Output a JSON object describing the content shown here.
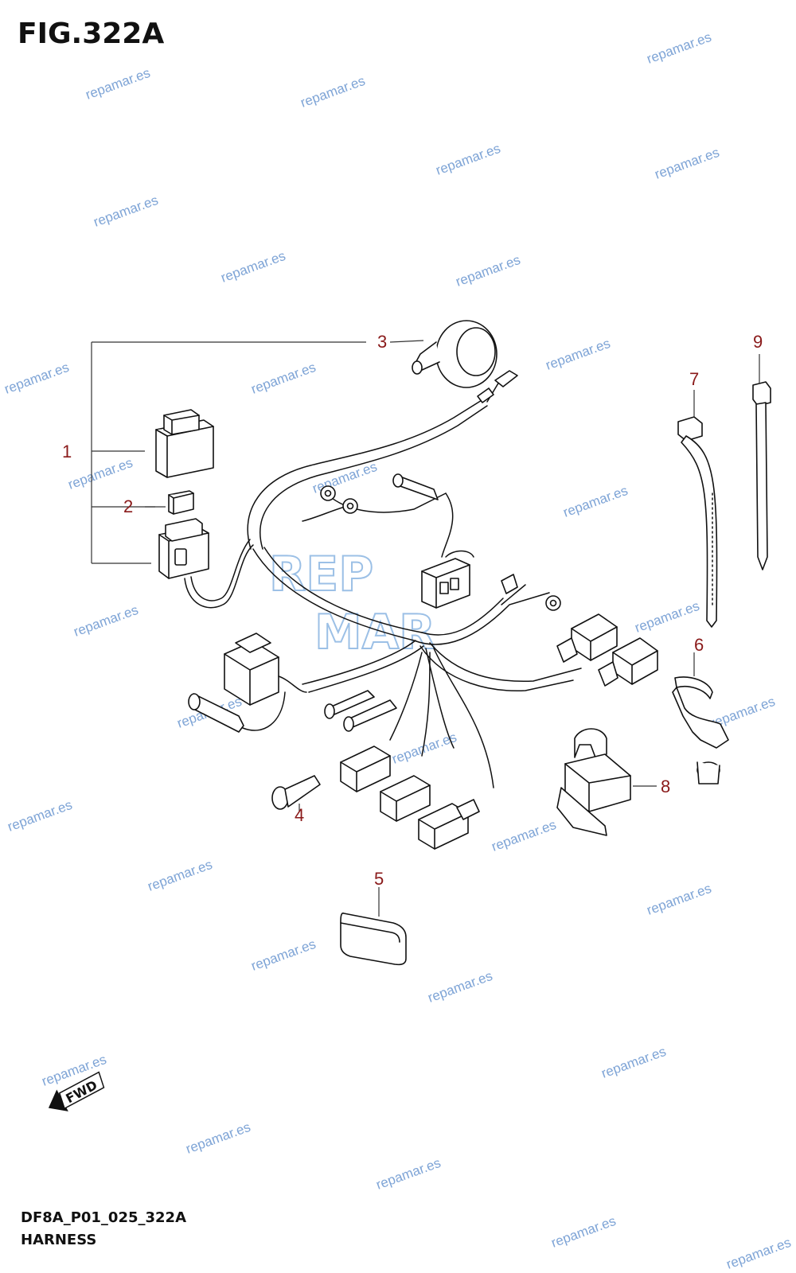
{
  "figure": {
    "title": "FIG.322A",
    "code": "DF8A_P01_025_322A",
    "caption": "HARNESS"
  },
  "callouts": [
    "1",
    "2",
    "3",
    "4",
    "5",
    "6",
    "7",
    "8",
    "9"
  ],
  "direction_label": "FWD",
  "watermark": {
    "text": "repamar.es",
    "logo_top": "REP",
    "logo_bottom": "MAR"
  },
  "colors": {
    "callout": "#8a1a1a",
    "watermark": "#7ea4d6",
    "line": "#111111"
  }
}
